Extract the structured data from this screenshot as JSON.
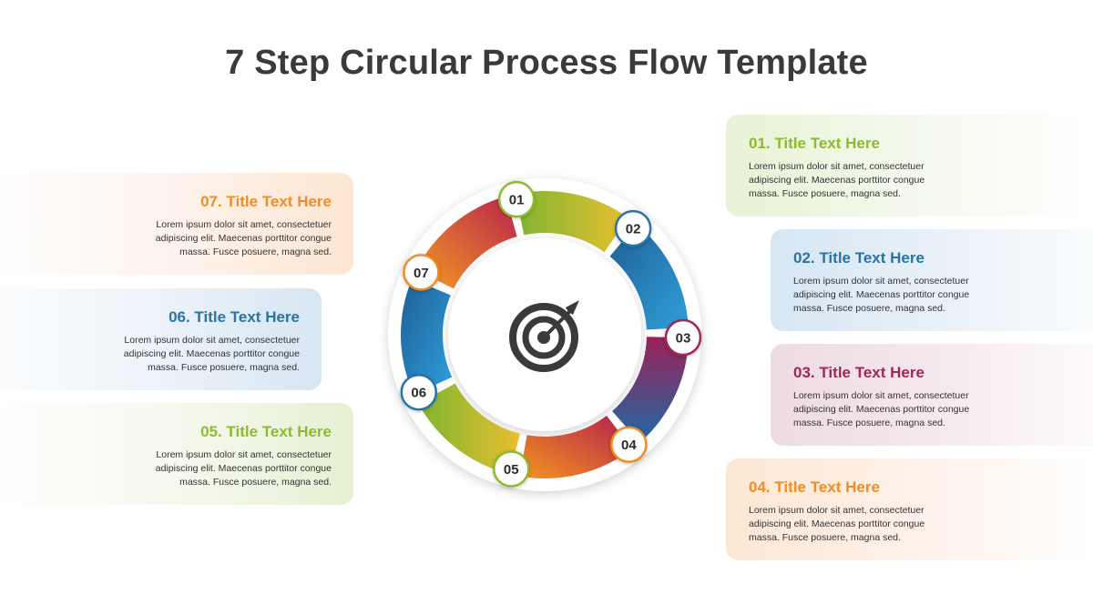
{
  "title": "7 Step Circular Process Flow Template",
  "steps": [
    {
      "num": "01",
      "title": "01. Title Text Here",
      "color": "#8dbb2f",
      "body": [
        "Lorem ipsum dolor sit amet, consectetuer",
        "adipiscing elit. Maecenas porttitor congue",
        "massa. Fusce posuere, magna sed."
      ]
    },
    {
      "num": "02",
      "title": "02. Title Text Here",
      "color": "#2874a6",
      "body": [
        "Lorem ipsum dolor sit amet, consectetuer",
        "adipiscing elit. Maecenas porttitor congue",
        "massa. Fusce posuere, magna sed."
      ]
    },
    {
      "num": "03",
      "title": "03. Title Text Here",
      "color": "#a3255a",
      "body": [
        "Lorem ipsum dolor sit amet, consectetuer",
        "adipiscing elit. Maecenas porttitor congue",
        "massa. Fusce posuere, magna sed."
      ]
    },
    {
      "num": "04",
      "title": "04. Title Text Here",
      "color": "#f28c28",
      "body": [
        "Lorem ipsum dolor sit amet, consectetuer",
        "adipiscing elit. Maecenas porttitor congue",
        "massa. Fusce posuere, magna sed."
      ]
    },
    {
      "num": "05",
      "title": "05. Title Text Here",
      "color": "#8dbb2f",
      "body": [
        "Lorem ipsum dolor sit amet, consectetuer",
        "adipiscing elit. Maecenas porttitor congue",
        "massa. Fusce posuere, magna sed."
      ]
    },
    {
      "num": "06",
      "title": "06. Title Text Here",
      "color": "#2874a6",
      "body": [
        "Lorem ipsum dolor sit amet, consectetuer",
        "adipiscing elit. Maecenas porttitor congue",
        "massa. Fusce posuere, magna sed."
      ]
    },
    {
      "num": "07",
      "title": "07. Title Text Here",
      "color": "#f28c28",
      "body": [
        "Lorem ipsum dolor sit amet, consectetuer",
        "adipiscing elit. Maecenas porttitor congue",
        "massa. Fusce posuere, magna sed."
      ]
    }
  ],
  "center_icon": "target-icon"
}
